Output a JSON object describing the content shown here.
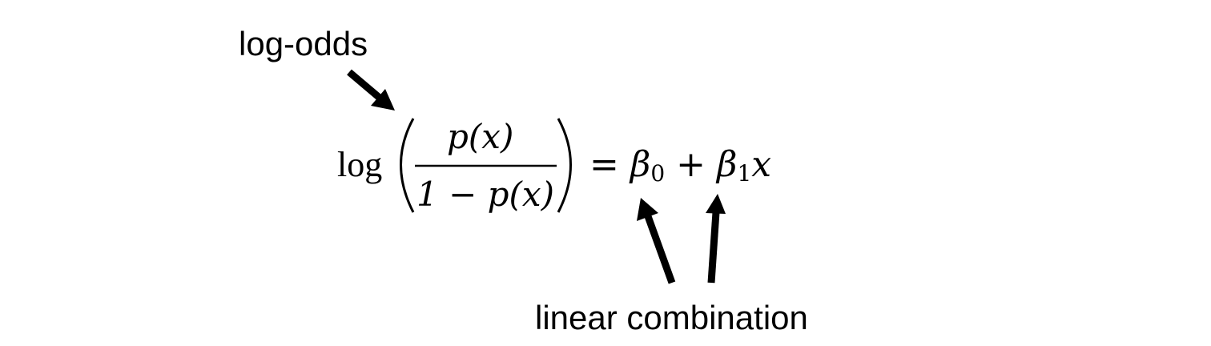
{
  "annotations": {
    "top_label": "log-odds",
    "bottom_label": "linear combination"
  },
  "equation": {
    "log": "log",
    "numerator": "p(x)",
    "denominator": "1 − p(x)",
    "equals": "=",
    "beta": "β",
    "sub0": "0",
    "plus": "+",
    "sub1": "1",
    "x": "x"
  }
}
